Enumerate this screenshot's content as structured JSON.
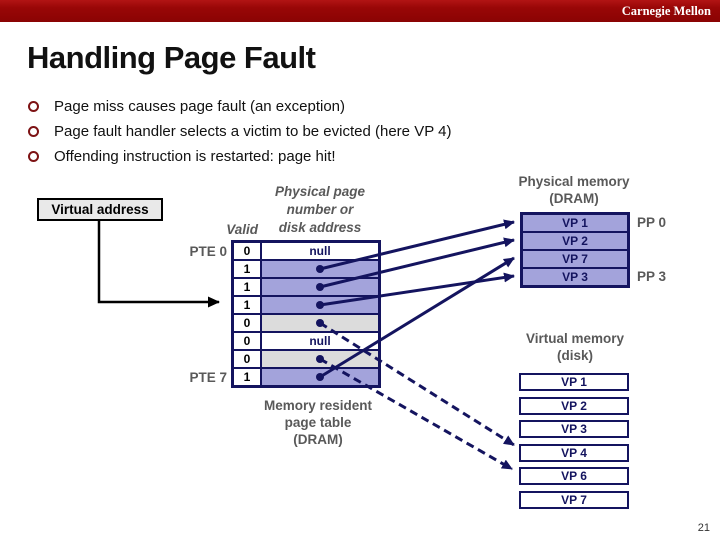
{
  "banner": {
    "brand": "Carnegie Mellon"
  },
  "title": "Handling Page Fault",
  "bullets": [
    "Page miss causes page fault (an exception)",
    "Page fault handler selects a victim to be evicted (here VP 4)",
    "Offending instruction is restarted: page hit!"
  ],
  "diagram": {
    "virtual_address_label": "Virtual address",
    "valid_header": "Valid",
    "ppn_header_lines": [
      "Physical page",
      "number or",
      "disk address"
    ],
    "pte_top_label": "PTE 0",
    "pte_bottom_label": "PTE 7",
    "page_table": {
      "rows": [
        {
          "valid": "0",
          "content": "null"
        },
        {
          "valid": "1",
          "content": "",
          "points_to": "DRAM VP 1"
        },
        {
          "valid": "1",
          "content": "",
          "points_to": "DRAM VP 2"
        },
        {
          "valid": "1",
          "content": "",
          "points_to": "DRAM VP 3"
        },
        {
          "valid": "0",
          "content": "",
          "points_to": "disk VP 4"
        },
        {
          "valid": "0",
          "content": "null"
        },
        {
          "valid": "0",
          "content": "",
          "points_to": "disk VP 6"
        },
        {
          "valid": "1",
          "content": "",
          "points_to": "DRAM VP 7"
        }
      ]
    },
    "table_caption_lines": [
      "Memory resident",
      "page table",
      "(DRAM)"
    ],
    "physical_memory": {
      "title_lines": [
        "Physical memory",
        "(DRAM)"
      ],
      "rows": [
        "VP 1",
        "VP 2",
        "VP 7",
        "VP 3"
      ],
      "pp_label_top": "PP 0",
      "pp_label_bottom": "PP 3"
    },
    "virtual_memory": {
      "title_lines": [
        "Virtual memory",
        "(disk)"
      ],
      "rows": [
        "VP 1",
        "VP 2",
        "VP 3",
        "VP 4",
        "VP 6",
        "VP 7"
      ]
    },
    "arrows": {
      "black": {
        "from": "Virtual address",
        "to": "PTE 3"
      },
      "solid": [
        {
          "from": "PTE 1",
          "to": "DRAM VP 1"
        },
        {
          "from": "PTE 2",
          "to": "DRAM VP 2"
        },
        {
          "from": "PTE 3",
          "to": "DRAM VP 3"
        },
        {
          "from": "PTE 7",
          "to": "DRAM VP 7"
        }
      ],
      "dashed": [
        {
          "from": "PTE 4",
          "to": "disk VP 4"
        },
        {
          "from": "PTE 6",
          "to": "disk VP 6"
        }
      ]
    }
  },
  "page_number": "21",
  "colors": {
    "banner_red": "#990707",
    "bullet_ring_red": "#7d1214",
    "navy": "#14145F",
    "purple_cell": "#A3A3DB",
    "gray_cell": "#DCDCDC",
    "label_gray": "#595959"
  }
}
